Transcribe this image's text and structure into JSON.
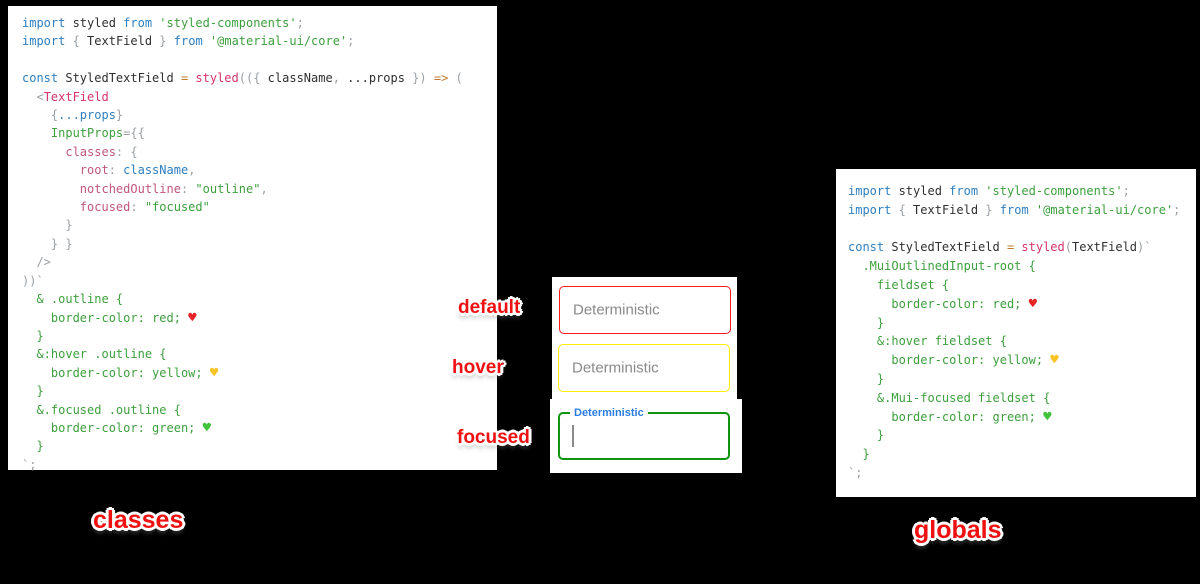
{
  "labels": {
    "default": "default",
    "hover": "hover",
    "focused": "focused",
    "classes": "classes",
    "globals": "globals"
  },
  "textfields": {
    "default": {
      "placeholder": "Deterministic",
      "border_color": "#ff1a1a"
    },
    "hover": {
      "placeholder": "Deterministic",
      "border_color": "#ffee00"
    },
    "focused": {
      "label": "Deterministic",
      "label_color": "#2a7ce0",
      "border_color": "#129212"
    }
  },
  "colors": {
    "background": "#000000",
    "panel": "#ffffff",
    "sticker_red": "#ee1111",
    "code_keyword_blue": "#2e7fc0",
    "code_string_green": "#3da03d",
    "code_pink": "#d6336c",
    "heart_red": "#e82428",
    "heart_yellow": "#f7c325",
    "heart_green": "#3fc33a"
  },
  "code_panels": {
    "classes": {
      "lines": [
        [
          {
            "c": "kw",
            "t": "import"
          },
          {
            "c": "id",
            "t": " styled "
          },
          {
            "c": "kw",
            "t": "from"
          },
          {
            "c": "st",
            "t": " 'styled-components'"
          },
          {
            "c": "pu",
            "t": ";"
          }
        ],
        [
          {
            "c": "kw",
            "t": "import"
          },
          {
            "c": "pu",
            "t": " { "
          },
          {
            "c": "id",
            "t": "TextField"
          },
          {
            "c": "pu",
            "t": " } "
          },
          {
            "c": "kw",
            "t": "from"
          },
          {
            "c": "st",
            "t": " '@material-ui/core'"
          },
          {
            "c": "pu",
            "t": ";"
          }
        ],
        [],
        [
          {
            "c": "kw",
            "t": "const"
          },
          {
            "c": "id",
            "t": " StyledTextField "
          },
          {
            "c": "op",
            "t": "="
          },
          {
            "c": "fn",
            "t": " styled"
          },
          {
            "c": "pu",
            "t": "(({ "
          },
          {
            "c": "id",
            "t": "className"
          },
          {
            "c": "pu",
            "t": ", "
          },
          {
            "c": "id",
            "t": "...props"
          },
          {
            "c": "pu",
            "t": " }) "
          },
          {
            "c": "op",
            "t": "=>"
          },
          {
            "c": "pu",
            "t": " ("
          }
        ],
        [
          {
            "c": "pu",
            "t": "  <"
          },
          {
            "c": "fn",
            "t": "TextField"
          }
        ],
        [
          {
            "c": "pu",
            "t": "    {"
          },
          {
            "c": "kw",
            "t": "...props"
          },
          {
            "c": "pu",
            "t": "}"
          }
        ],
        [
          {
            "c": "st",
            "t": "    InputProps"
          },
          {
            "c": "pu",
            "t": "={{"
          }
        ],
        [
          {
            "c": "ky",
            "t": "      classes"
          },
          {
            "c": "pu",
            "t": ": {"
          }
        ],
        [
          {
            "c": "ky",
            "t": "        root"
          },
          {
            "c": "pu",
            "t": ": "
          },
          {
            "c": "kw",
            "t": "className"
          },
          {
            "c": "pu",
            "t": ","
          }
        ],
        [
          {
            "c": "ky",
            "t": "        notchedOutline"
          },
          {
            "c": "pu",
            "t": ": "
          },
          {
            "c": "st",
            "t": "\"outline\""
          },
          {
            "c": "pu",
            "t": ","
          }
        ],
        [
          {
            "c": "ky",
            "t": "        focused"
          },
          {
            "c": "pu",
            "t": ": "
          },
          {
            "c": "st",
            "t": "\"focused\""
          }
        ],
        [
          {
            "c": "pu",
            "t": "      }"
          }
        ],
        [
          {
            "c": "pu",
            "t": "    } }"
          }
        ],
        [
          {
            "c": "pu",
            "t": "  />"
          }
        ],
        [
          {
            "c": "pu",
            "t": "))`"
          }
        ],
        [
          {
            "c": "css",
            "t": "  & .outline {"
          }
        ],
        [
          {
            "c": "css",
            "t": "    border-color: red; "
          },
          {
            "c": "hr",
            "t": "♥"
          }
        ],
        [
          {
            "c": "css",
            "t": "  }"
          }
        ],
        [
          {
            "c": "css",
            "t": "  &:hover .outline {"
          }
        ],
        [
          {
            "c": "css",
            "t": "    border-color: yellow; "
          },
          {
            "c": "hy",
            "t": "♥"
          }
        ],
        [
          {
            "c": "css",
            "t": "  }"
          }
        ],
        [
          {
            "c": "css",
            "t": "  &.focused .outline {"
          }
        ],
        [
          {
            "c": "css",
            "t": "    border-color: green; "
          },
          {
            "c": "hg",
            "t": "♥"
          }
        ],
        [
          {
            "c": "css",
            "t": "  }"
          }
        ],
        [
          {
            "c": "pu",
            "t": "`;"
          }
        ]
      ]
    },
    "globals": {
      "lines": [
        [
          {
            "c": "kw",
            "t": "import"
          },
          {
            "c": "id",
            "t": " styled "
          },
          {
            "c": "kw",
            "t": "from"
          },
          {
            "c": "st",
            "t": " 'styled-components'"
          },
          {
            "c": "pu",
            "t": ";"
          }
        ],
        [
          {
            "c": "kw",
            "t": "import"
          },
          {
            "c": "pu",
            "t": " { "
          },
          {
            "c": "id",
            "t": "TextField"
          },
          {
            "c": "pu",
            "t": " } "
          },
          {
            "c": "kw",
            "t": "from"
          },
          {
            "c": "st",
            "t": " '@material-ui/core'"
          },
          {
            "c": "pu",
            "t": ";"
          }
        ],
        [],
        [
          {
            "c": "kw",
            "t": "const"
          },
          {
            "c": "id",
            "t": " StyledTextField "
          },
          {
            "c": "op",
            "t": "="
          },
          {
            "c": "fn",
            "t": " styled"
          },
          {
            "c": "pu",
            "t": "("
          },
          {
            "c": "id",
            "t": "TextField"
          },
          {
            "c": "pu",
            "t": ")`"
          }
        ],
        [
          {
            "c": "css",
            "t": "  .MuiOutlinedInput-root {"
          }
        ],
        [
          {
            "c": "css",
            "t": "    fieldset {"
          }
        ],
        [
          {
            "c": "css",
            "t": "      border-color: red; "
          },
          {
            "c": "hr",
            "t": "♥"
          }
        ],
        [
          {
            "c": "css",
            "t": "    }"
          }
        ],
        [
          {
            "c": "css",
            "t": "    &:hover fieldset {"
          }
        ],
        [
          {
            "c": "css",
            "t": "      border-color: yellow; "
          },
          {
            "c": "hy",
            "t": "♥"
          }
        ],
        [
          {
            "c": "css",
            "t": "    }"
          }
        ],
        [
          {
            "c": "css",
            "t": "    &.Mui-focused fieldset {"
          }
        ],
        [
          {
            "c": "css",
            "t": "      border-color: green; "
          },
          {
            "c": "hg",
            "t": "♥"
          }
        ],
        [
          {
            "c": "css",
            "t": "    }"
          }
        ],
        [
          {
            "c": "css",
            "t": "  }"
          }
        ],
        [
          {
            "c": "pu",
            "t": "`;"
          }
        ]
      ]
    }
  }
}
